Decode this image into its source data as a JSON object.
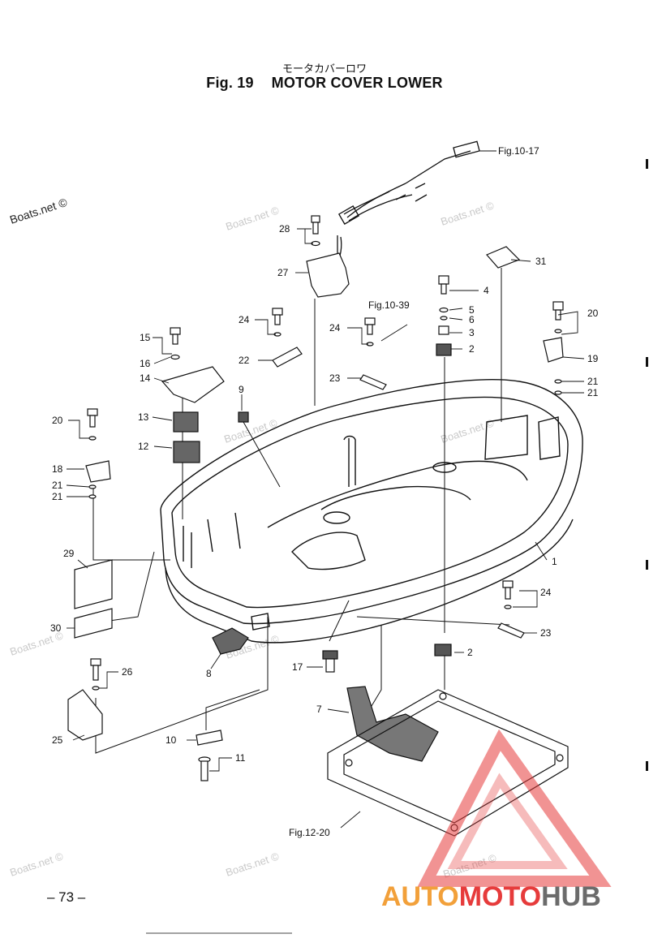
{
  "header": {
    "subtitle_jp": "モータカバーロワ",
    "fig_number": "Fig. 19",
    "fig_title": "MOTOR COVER LOWER"
  },
  "callouts": {
    "c1": "1",
    "c2a": "2",
    "c2b": "2",
    "c3": "3",
    "c4": "4",
    "c5": "5",
    "c6": "6",
    "c7": "7",
    "c8": "8",
    "c9": "9",
    "c10": "10",
    "c11": "11",
    "c12": "12",
    "c13": "13",
    "c14": "14",
    "c15": "15",
    "c16": "16",
    "c17": "17",
    "c18": "18",
    "c19": "19",
    "c20a": "20",
    "c20b": "20",
    "c21a": "21",
    "c21b": "21",
    "c21c": "21",
    "c21d": "21",
    "c22": "22",
    "c23a": "23",
    "c23b": "23",
    "c24a": "24",
    "c24b": "24",
    "c24c": "24",
    "c25": "25",
    "c26": "26",
    "c27": "27",
    "c28": "28",
    "c29": "29",
    "c30": "30",
    "c31": "31"
  },
  "refs": {
    "fig10_17": "Fig.10-17",
    "fig10_39": "Fig.10-39",
    "fig12_20": "Fig.12-20"
  },
  "watermarks": {
    "boats_net": "Boats.net ©"
  },
  "footer": {
    "page_number": "– 73 –"
  },
  "logo": {
    "auto": "AUTO",
    "moto": "MOTO",
    "hub": "HUB",
    "colors": {
      "orange": "#f2a03a",
      "red": "#e63b3b",
      "gray": "#6b6b6b"
    }
  }
}
